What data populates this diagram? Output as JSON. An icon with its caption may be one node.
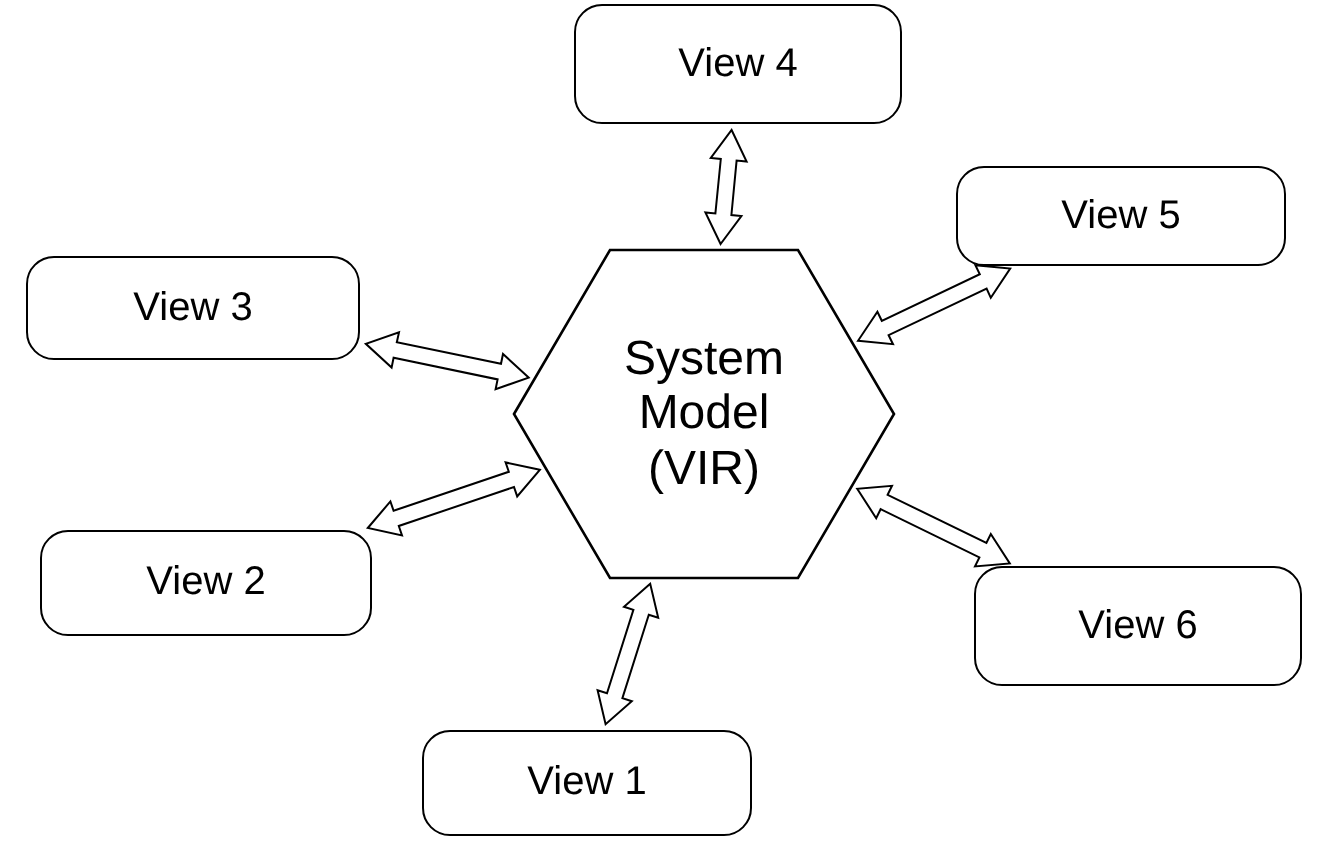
{
  "diagram": {
    "nodes": [
      {
        "text": [
          "System Model (VIR)"
        ]
      },
      {
        "text": [
          "View 1"
        ]
      },
      {
        "text": [
          "View 2"
        ]
      },
      {
        "text": [
          "View 3"
        ]
      },
      {
        "text": [
          "View 4"
        ]
      },
      {
        "text": [
          "View 5"
        ]
      },
      {
        "text": [
          "View 6"
        ]
      }
    ],
    "edges": [
      {
        "from": 0,
        "to": 1,
        "arrow": "both"
      },
      {
        "from": 0,
        "to": 2,
        "arrow": "both"
      },
      {
        "from": 0,
        "to": 3,
        "arrow": "both"
      },
      {
        "from": 0,
        "to": 4,
        "arrow": "both"
      },
      {
        "from": 0,
        "to": 5,
        "arrow": "both"
      },
      {
        "from": 0,
        "to": 6,
        "arrow": "both"
      }
    ]
  }
}
